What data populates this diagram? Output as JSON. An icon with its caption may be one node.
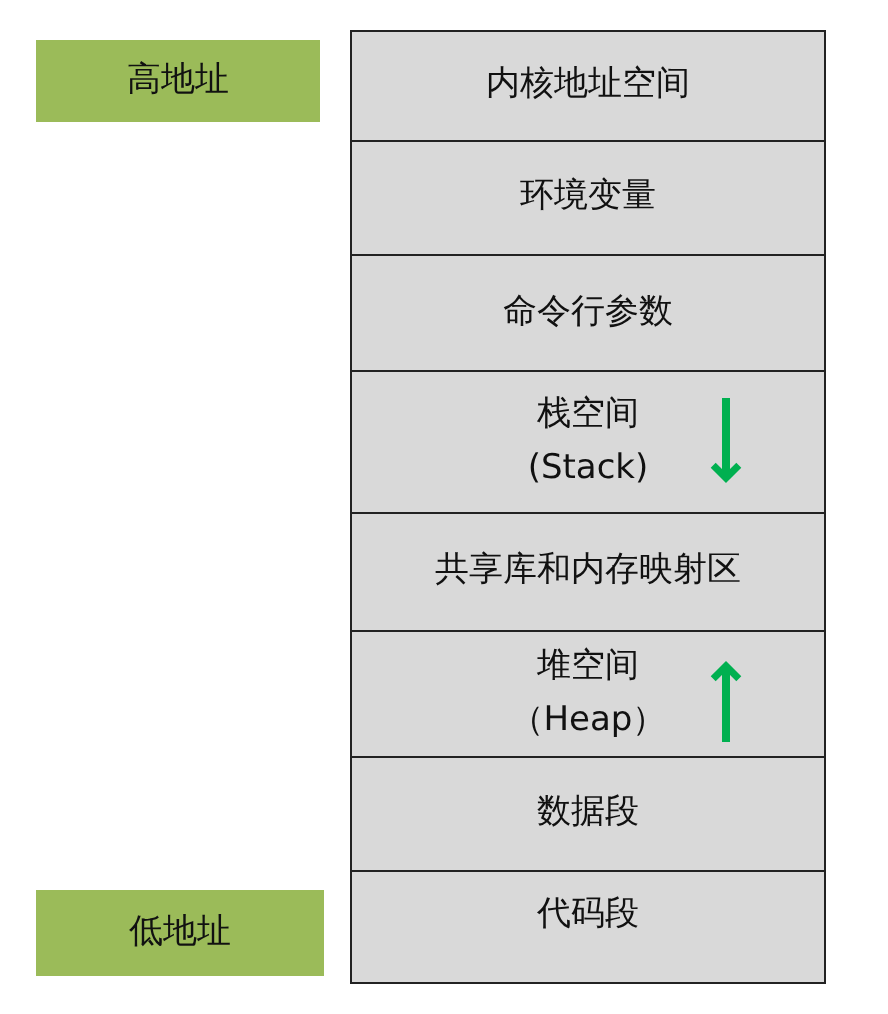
{
  "diagram": {
    "nodes": [
      {
        "text": [
          "高地址"
        ]
      },
      {
        "text": [
          "内核地址空间"
        ]
      },
      {
        "text": [
          "环境变量"
        ]
      },
      {
        "text": [
          "命令行参数"
        ]
      },
      {
        "text": [
          "栈空间",
          "(Stack)"
        ]
      },
      {
        "text": [
          "共享库和内存映射区"
        ]
      },
      {
        "text": [
          "堆空间",
          "（Heap）"
        ]
      },
      {
        "text": [
          "数据段"
        ]
      },
      {
        "text": [
          "代码段"
        ]
      },
      {
        "text": [
          "低地址"
        ]
      }
    ],
    "edges": []
  }
}
